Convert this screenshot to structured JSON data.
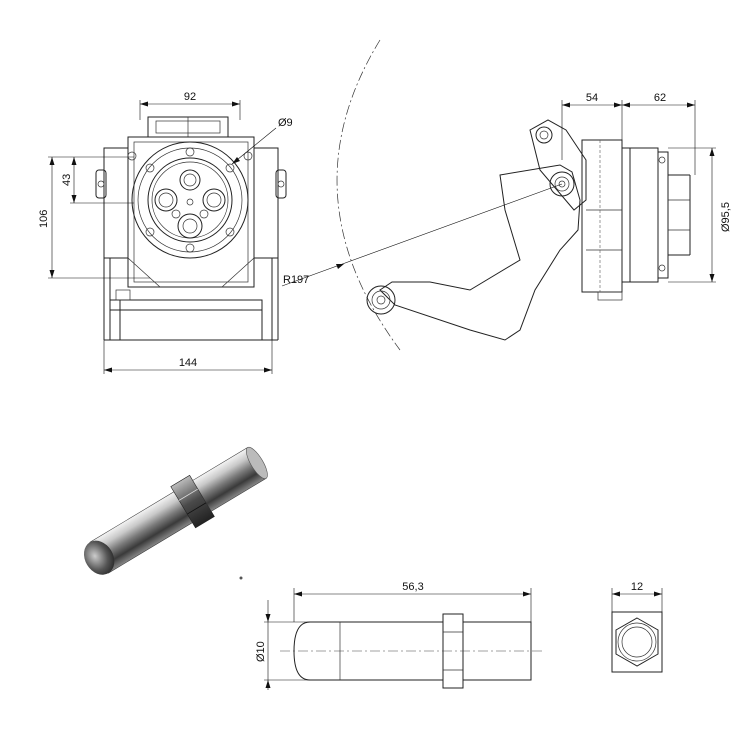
{
  "dimensions": {
    "front_width": "92",
    "hole_diameter": "Ø9",
    "center_height": "43",
    "total_height": "106",
    "base_width": "144",
    "side_offset": "54",
    "side_depth": "62",
    "flange_diameter": "Ø95,5",
    "swing_radius": "R197",
    "pin_length": "56,3",
    "pin_diameter": "Ø10",
    "hex_across_flats": "12"
  },
  "colors": {
    "line": "#222222",
    "background": "#ffffff"
  }
}
